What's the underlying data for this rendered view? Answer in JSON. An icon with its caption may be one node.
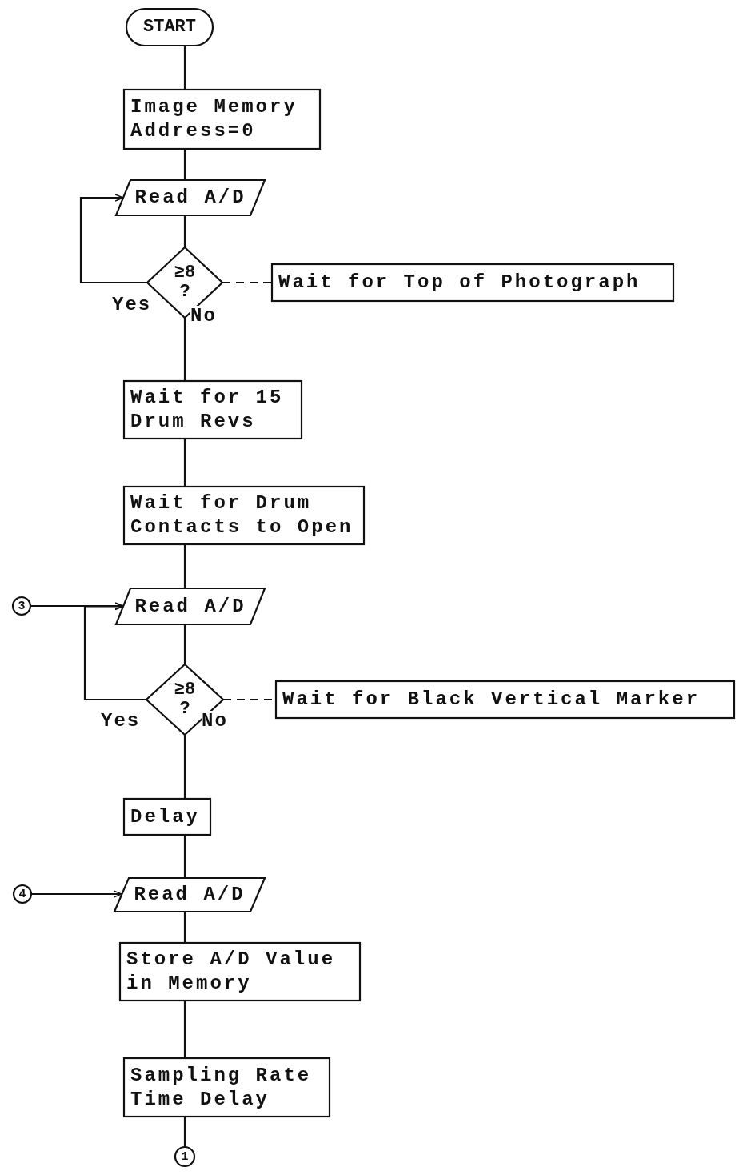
{
  "diagram": {
    "nodes": [
      {
        "text": [
          "START"
        ]
      },
      {
        "text": [
          "Image Memory Address=0"
        ]
      },
      {
        "text": [
          "Read A/D"
        ]
      },
      {
        "text": [
          "≥8 ?"
        ]
      },
      {
        "text": [
          "Wait for Top of Photograph"
        ]
      },
      {
        "text": [
          "Wait for 15 Drum Revs"
        ]
      },
      {
        "text": [
          "Wait for Drum Contacts to Open"
        ]
      },
      {
        "text": [
          "3"
        ]
      },
      {
        "text": [
          "Read A/D"
        ]
      },
      {
        "text": [
          "≥8 ?"
        ]
      },
      {
        "text": [
          "Wait for Black Vertical Marker"
        ]
      },
      {
        "text": [
          "Delay"
        ]
      },
      {
        "text": [
          "4"
        ]
      },
      {
        "text": [
          "Read A/D"
        ]
      },
      {
        "text": [
          "Store A/D Value in Memory"
        ]
      },
      {
        "text": [
          "Sampling Rate Time Delay"
        ]
      },
      {
        "text": [
          "1"
        ]
      }
    ],
    "edges": [
      {
        "from": 0,
        "to": 1,
        "arrow": "none"
      },
      {
        "from": 1,
        "to": 2,
        "arrow": "none"
      },
      {
        "from": 2,
        "to": 3,
        "arrow": "none"
      },
      {
        "from": 3,
        "to": 2,
        "arrow": "to",
        "label": "Yes"
      },
      {
        "from": 3,
        "to": 4,
        "arrow": "none",
        "style": "dashed"
      },
      {
        "from": 3,
        "to": 5,
        "arrow": "none",
        "label": "No"
      },
      {
        "from": 5,
        "to": 6,
        "arrow": "none"
      },
      {
        "from": 6,
        "to": 8,
        "arrow": "none"
      },
      {
        "from": 7,
        "to": 8,
        "arrow": "to"
      },
      {
        "from": 9,
        "to": 8,
        "arrow": "to",
        "label": "Yes"
      },
      {
        "from": 8,
        "to": 9,
        "arrow": "none"
      },
      {
        "from": 9,
        "to": 10,
        "arrow": "none",
        "style": "dashed"
      },
      {
        "from": 9,
        "to": 11,
        "arrow": "none",
        "label": "No"
      },
      {
        "from": 11,
        "to": 13,
        "arrow": "none"
      },
      {
        "from": 12,
        "to": 13,
        "arrow": "to"
      },
      {
        "from": 13,
        "to": 14,
        "arrow": "none"
      },
      {
        "from": 14,
        "to": 15,
        "arrow": "none"
      },
      {
        "from": 15,
        "to": 16,
        "arrow": "none"
      }
    ]
  }
}
